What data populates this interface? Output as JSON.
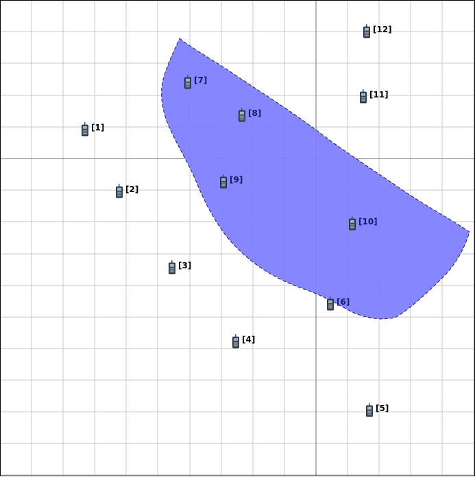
{
  "colors": {
    "background": "#ffffff",
    "grid_line": "#c8c8c8",
    "axis_line": "#6f6f6f",
    "frame": "#000000",
    "coverage_fill": "#7f7fff",
    "coverage_stroke": "#202040"
  },
  "coverage": {
    "name": "coverage-area",
    "style": "dashed-outline"
  },
  "nodes": [
    {
      "id": "1",
      "label": "[1]",
      "icon": "mobile-phone-icon",
      "inside": false
    },
    {
      "id": "2",
      "label": "[2]",
      "icon": "mobile-phone-icon",
      "inside": false
    },
    {
      "id": "3",
      "label": "[3]",
      "icon": "mobile-phone-icon",
      "inside": false
    },
    {
      "id": "4",
      "label": "[4]",
      "icon": "mobile-phone-icon",
      "inside": false
    },
    {
      "id": "5",
      "label": "[5]",
      "icon": "mobile-phone-icon",
      "inside": false
    },
    {
      "id": "6",
      "label": "[6]",
      "icon": "mobile-phone-icon",
      "inside": true
    },
    {
      "id": "7",
      "label": "[7]",
      "icon": "mobile-phone-icon",
      "inside": true
    },
    {
      "id": "8",
      "label": "[8]",
      "icon": "mobile-phone-icon",
      "inside": true
    },
    {
      "id": "9",
      "label": "[9]",
      "icon": "mobile-phone-icon",
      "inside": true
    },
    {
      "id": "10",
      "label": "[10]",
      "icon": "mobile-phone-icon",
      "inside": true
    },
    {
      "id": "11",
      "label": "[11]",
      "icon": "mobile-phone-icon",
      "inside": false
    },
    {
      "id": "12",
      "label": "[12]",
      "icon": "mobile-phone-icon",
      "inside": false
    }
  ]
}
